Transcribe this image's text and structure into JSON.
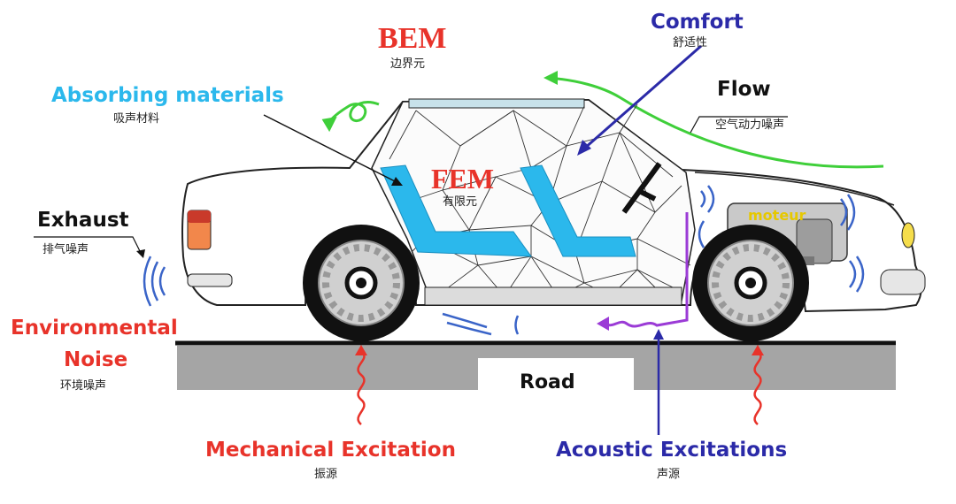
{
  "labels": {
    "bem": "BEM",
    "bem_cn": "边界元",
    "fem": "FEM",
    "fem_cn": "有限元",
    "comfort": "Comfort",
    "comfort_cn": "舒适性",
    "absorbing": "Absorbing materials",
    "absorbing_cn": "吸声材料",
    "flow": "Flow",
    "flow_cn": "空气动力噪声",
    "exhaust": "Exhaust",
    "exhaust_cn": "排气噪声",
    "env_line1": "Environmental",
    "env_line2": "Noise",
    "env_cn": "环境噪声",
    "road": "Road",
    "mech": "Mechanical Excitation",
    "mech_cn": "振源",
    "acoustic": "Acoustic Excitations",
    "acoustic_cn": "声源",
    "moteur": "moteur"
  },
  "colors": {
    "red": "#e8332a",
    "blue": "#2b2aa8",
    "cyan": "#2bb8ec",
    "green": "#3fcf3a",
    "purple": "#9b3bd6",
    "road": "#a5a5a5",
    "mesh": "#222222"
  }
}
